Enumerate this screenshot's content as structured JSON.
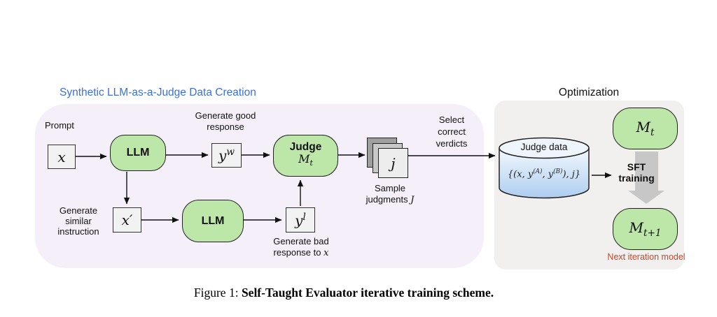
{
  "colors": {
    "panel-purple": "#f5effa",
    "panel-gray": "#f1f0ef",
    "green-fill": "#bde7a9",
    "box-gray": "#f2f2f2",
    "title-blue": "#3b6fe0",
    "note-red": "#cb4629",
    "cyl-top": "#f3f8fe",
    "cyl-bottom": "#aecdf0"
  },
  "left_panel": {
    "title": "Synthetic LLM-as-a-Judge Data Creation",
    "prompt_label": "Prompt",
    "x_box": "x",
    "llm1_label": "LLM",
    "generate_good": {
      "line1": "Generate good",
      "line2": "response"
    },
    "yw": {
      "base": "y",
      "sup": "w"
    },
    "judge": {
      "line1": "Judge",
      "math_base": "M",
      "math_sub": "t"
    },
    "j_box": "j",
    "sample": {
      "line1": "Sample",
      "line2": "judgments",
      "script_j": "J"
    },
    "select": {
      "0": "Select",
      "1": "correct",
      "2": "verdicts"
    },
    "generate_similar": {
      "0": "Generate",
      "1": "similar",
      "2": "instruction"
    },
    "xprime_box": "x′",
    "llm2_label": "LLM",
    "yl": {
      "base": "y",
      "sup": "l"
    },
    "generate_bad": {
      "line1": "Generate bad",
      "line2": "response to ",
      "math": "x"
    }
  },
  "right_panel": {
    "title": "Optimization",
    "cylinder_title": "Judge data",
    "formula": {
      "p1": "{(x, y",
      "s1": "(A)",
      "p2": ", y",
      "s2": "(B)",
      "p3": "), j}"
    },
    "sft": {
      "line1": "SFT",
      "line2": "training"
    },
    "mt": {
      "base": "M",
      "sub": "t"
    },
    "mt1": {
      "base": "M",
      "sub": "t+1"
    },
    "next_iteration": "Next iteration model"
  },
  "caption": {
    "prefix": "Figure 1: ",
    "bold": "Self-Taught Evaluator iterative training scheme."
  }
}
